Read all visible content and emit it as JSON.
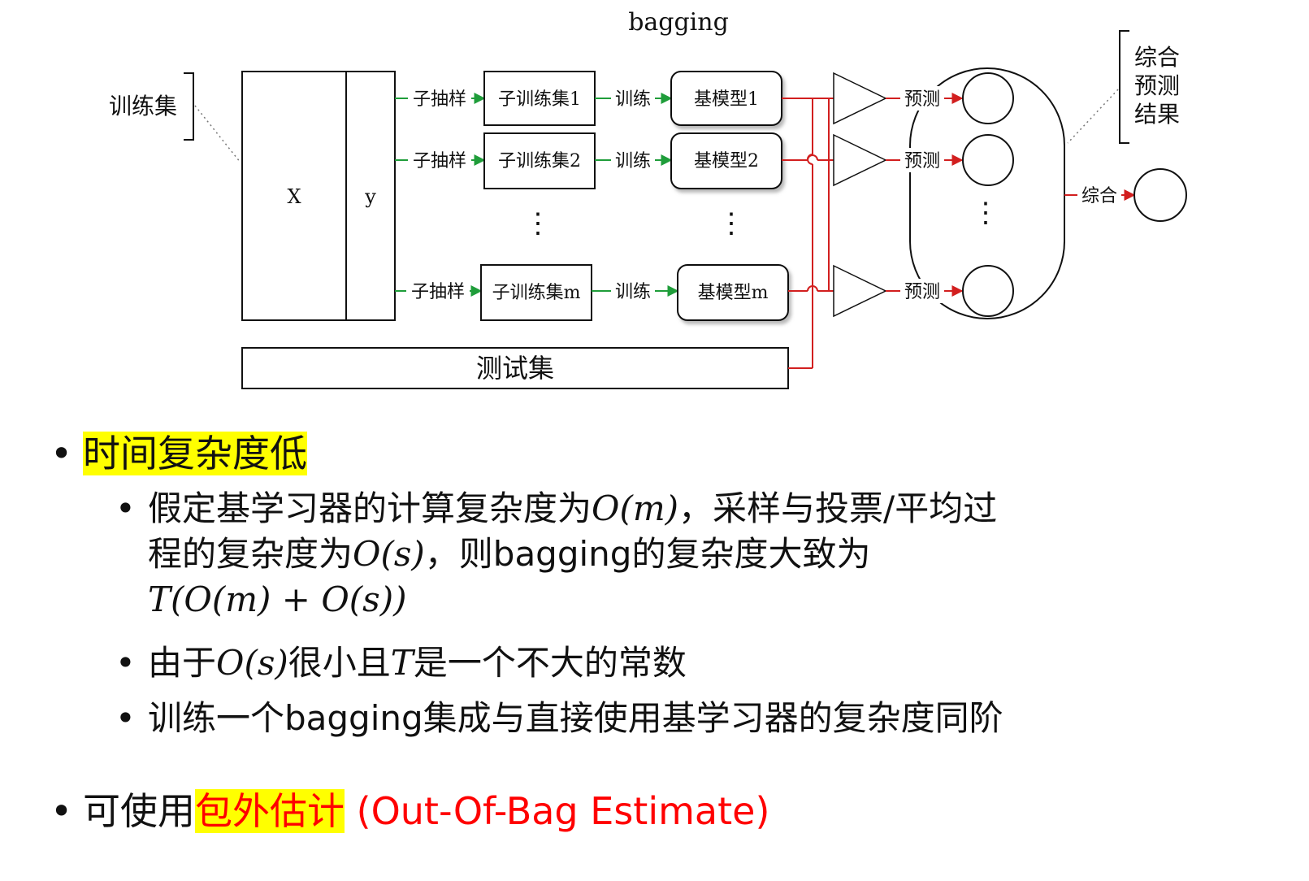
{
  "diagram": {
    "title": "bagging",
    "train_set_label": "训练集",
    "x_label": "X",
    "y_label": "y",
    "subsample_label": "子抽样",
    "train_label": "训练",
    "predict_label": "预测",
    "combine_label": "综合",
    "test_set_label": "测试集",
    "combined_result_label": [
      "综合",
      "预测",
      "结果"
    ],
    "vdots": "⋮",
    "subsets": [
      "子训练集1",
      "子训练集2",
      "子训练集m"
    ],
    "models": [
      "基模型1",
      "基模型2",
      "基模型m"
    ],
    "colors": {
      "green": "#1f9d3a",
      "red": "#d21f1f",
      "line": "#111111"
    }
  },
  "bullets": {
    "time_complexity": "时间复杂度低",
    "sub1_a": "假定基学习器的计算复杂度为",
    "sub1_om": "O(m)",
    "sub1_b": "，采样与投票/平均过",
    "sub1_c": "程的复杂度为",
    "sub1_os": "O(s)",
    "sub1_d": "，则bagging的复杂度大致为",
    "sub1_formula": "T(O(m) + O(s))",
    "sub2_a": "由于",
    "sub2_os": "O(s)",
    "sub2_b": "很小且",
    "sub2_t": "T",
    "sub2_c": "是一个不大的常数",
    "sub3": "训练一个bagging集成与直接使用基学习器的复杂度同阶",
    "oob_a": "可使用",
    "oob_highlight": "包外估计",
    "oob_en": " (Out-Of-Bag Estimate)"
  }
}
